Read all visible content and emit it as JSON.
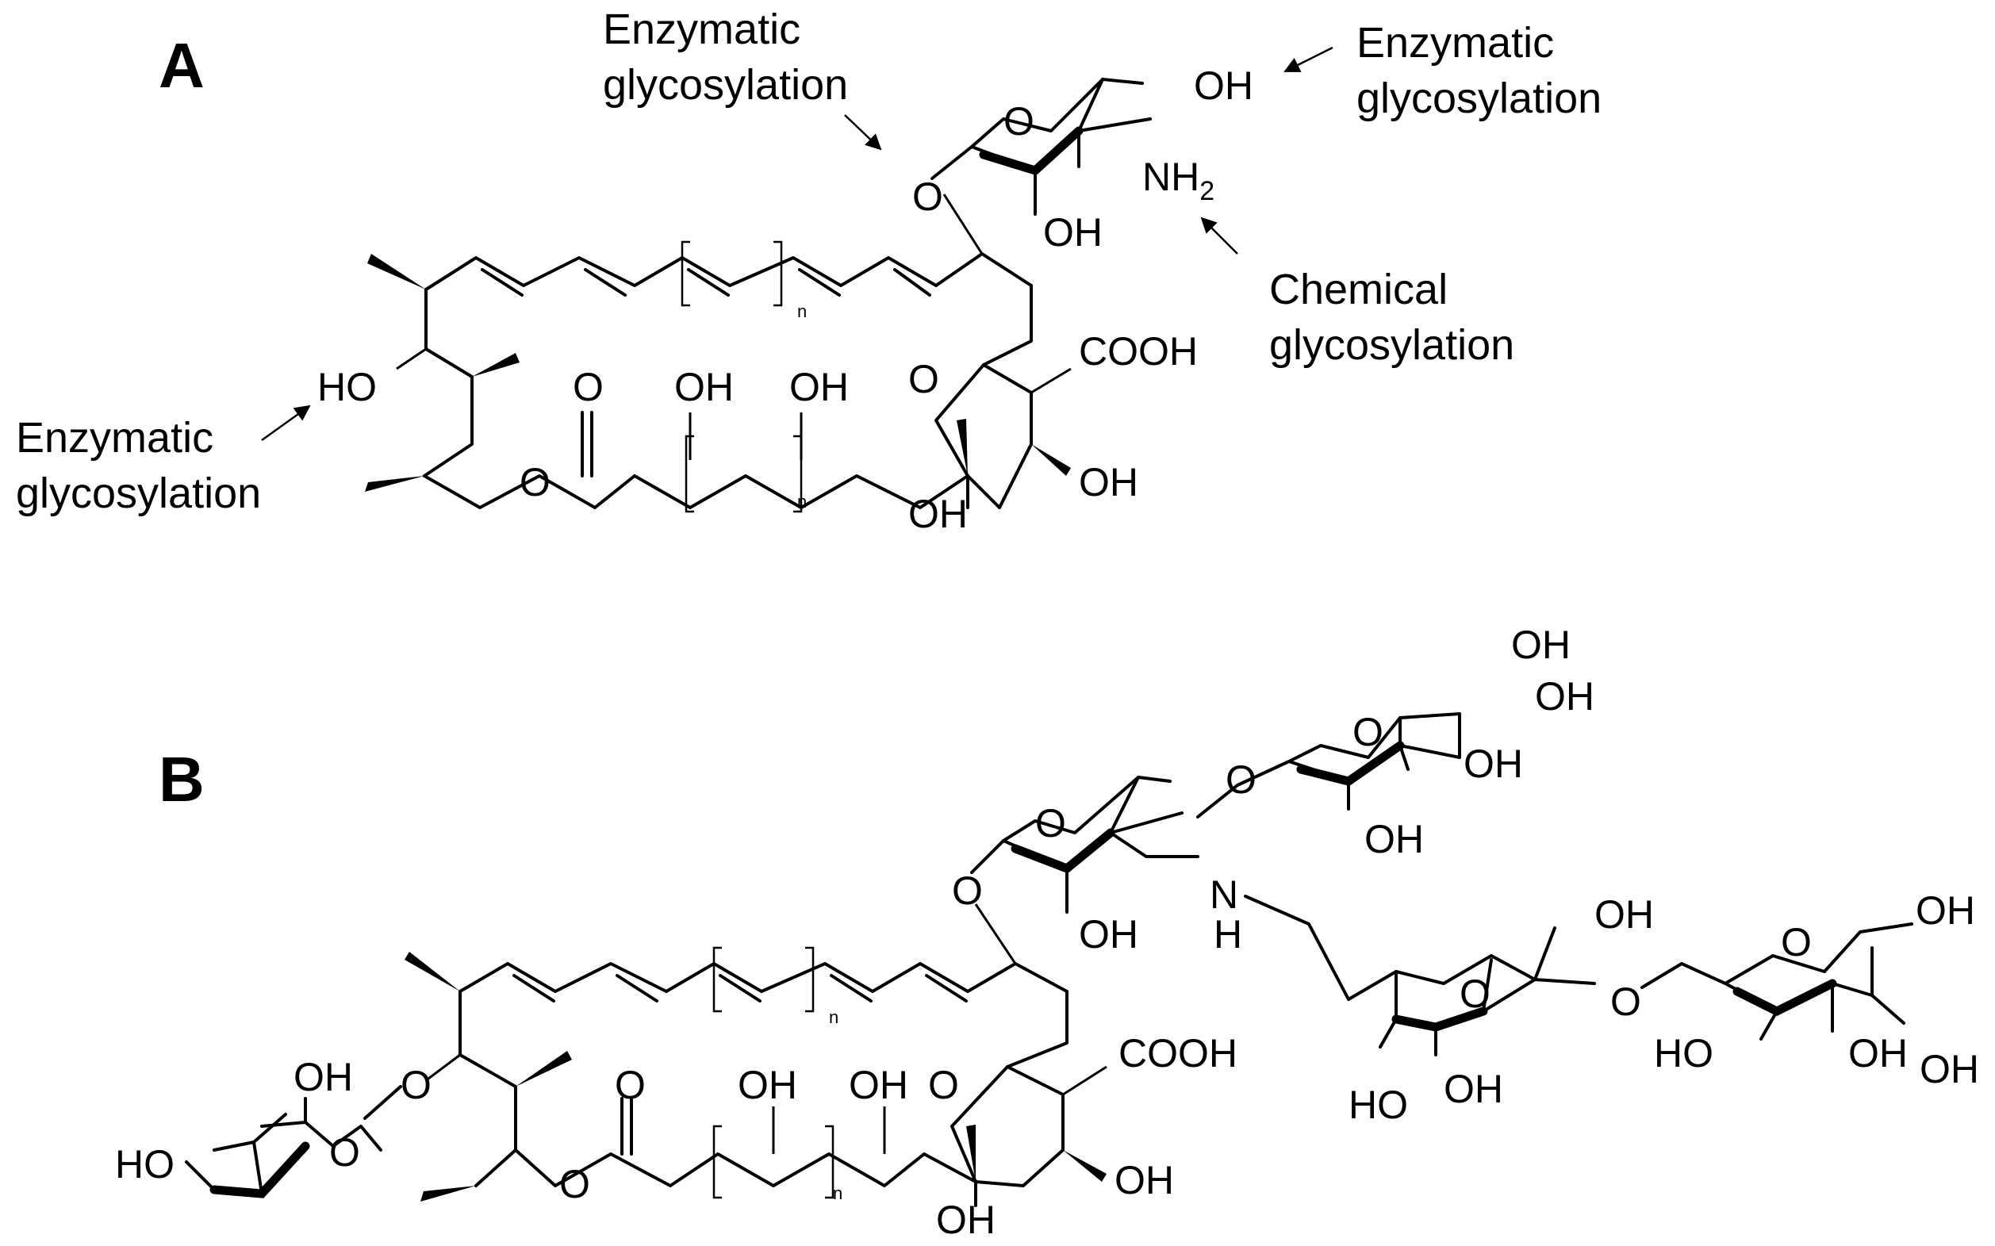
{
  "panel_a": {
    "label": "A"
  },
  "panel_b": {
    "label": "B"
  },
  "annotations": {
    "enzymatic_top_line1": "Enzymatic",
    "enzymatic_top_line2": "glycosylation",
    "enzymatic_right_line1": "Enzymatic",
    "enzymatic_right_line2": "glycosylation",
    "chemical_line1": "Chemical",
    "chemical_line2": "glycosylation",
    "enzymatic_left_line1": "Enzymatic",
    "enzymatic_left_line2": "glycosylation"
  },
  "atoms": {
    "oh": "OH",
    "ho": "HO",
    "o": "O",
    "cooh": "COOH",
    "nh": "NH",
    "n": "N",
    "h": "H",
    "sub_2": "2",
    "repeat_n": "n"
  }
}
